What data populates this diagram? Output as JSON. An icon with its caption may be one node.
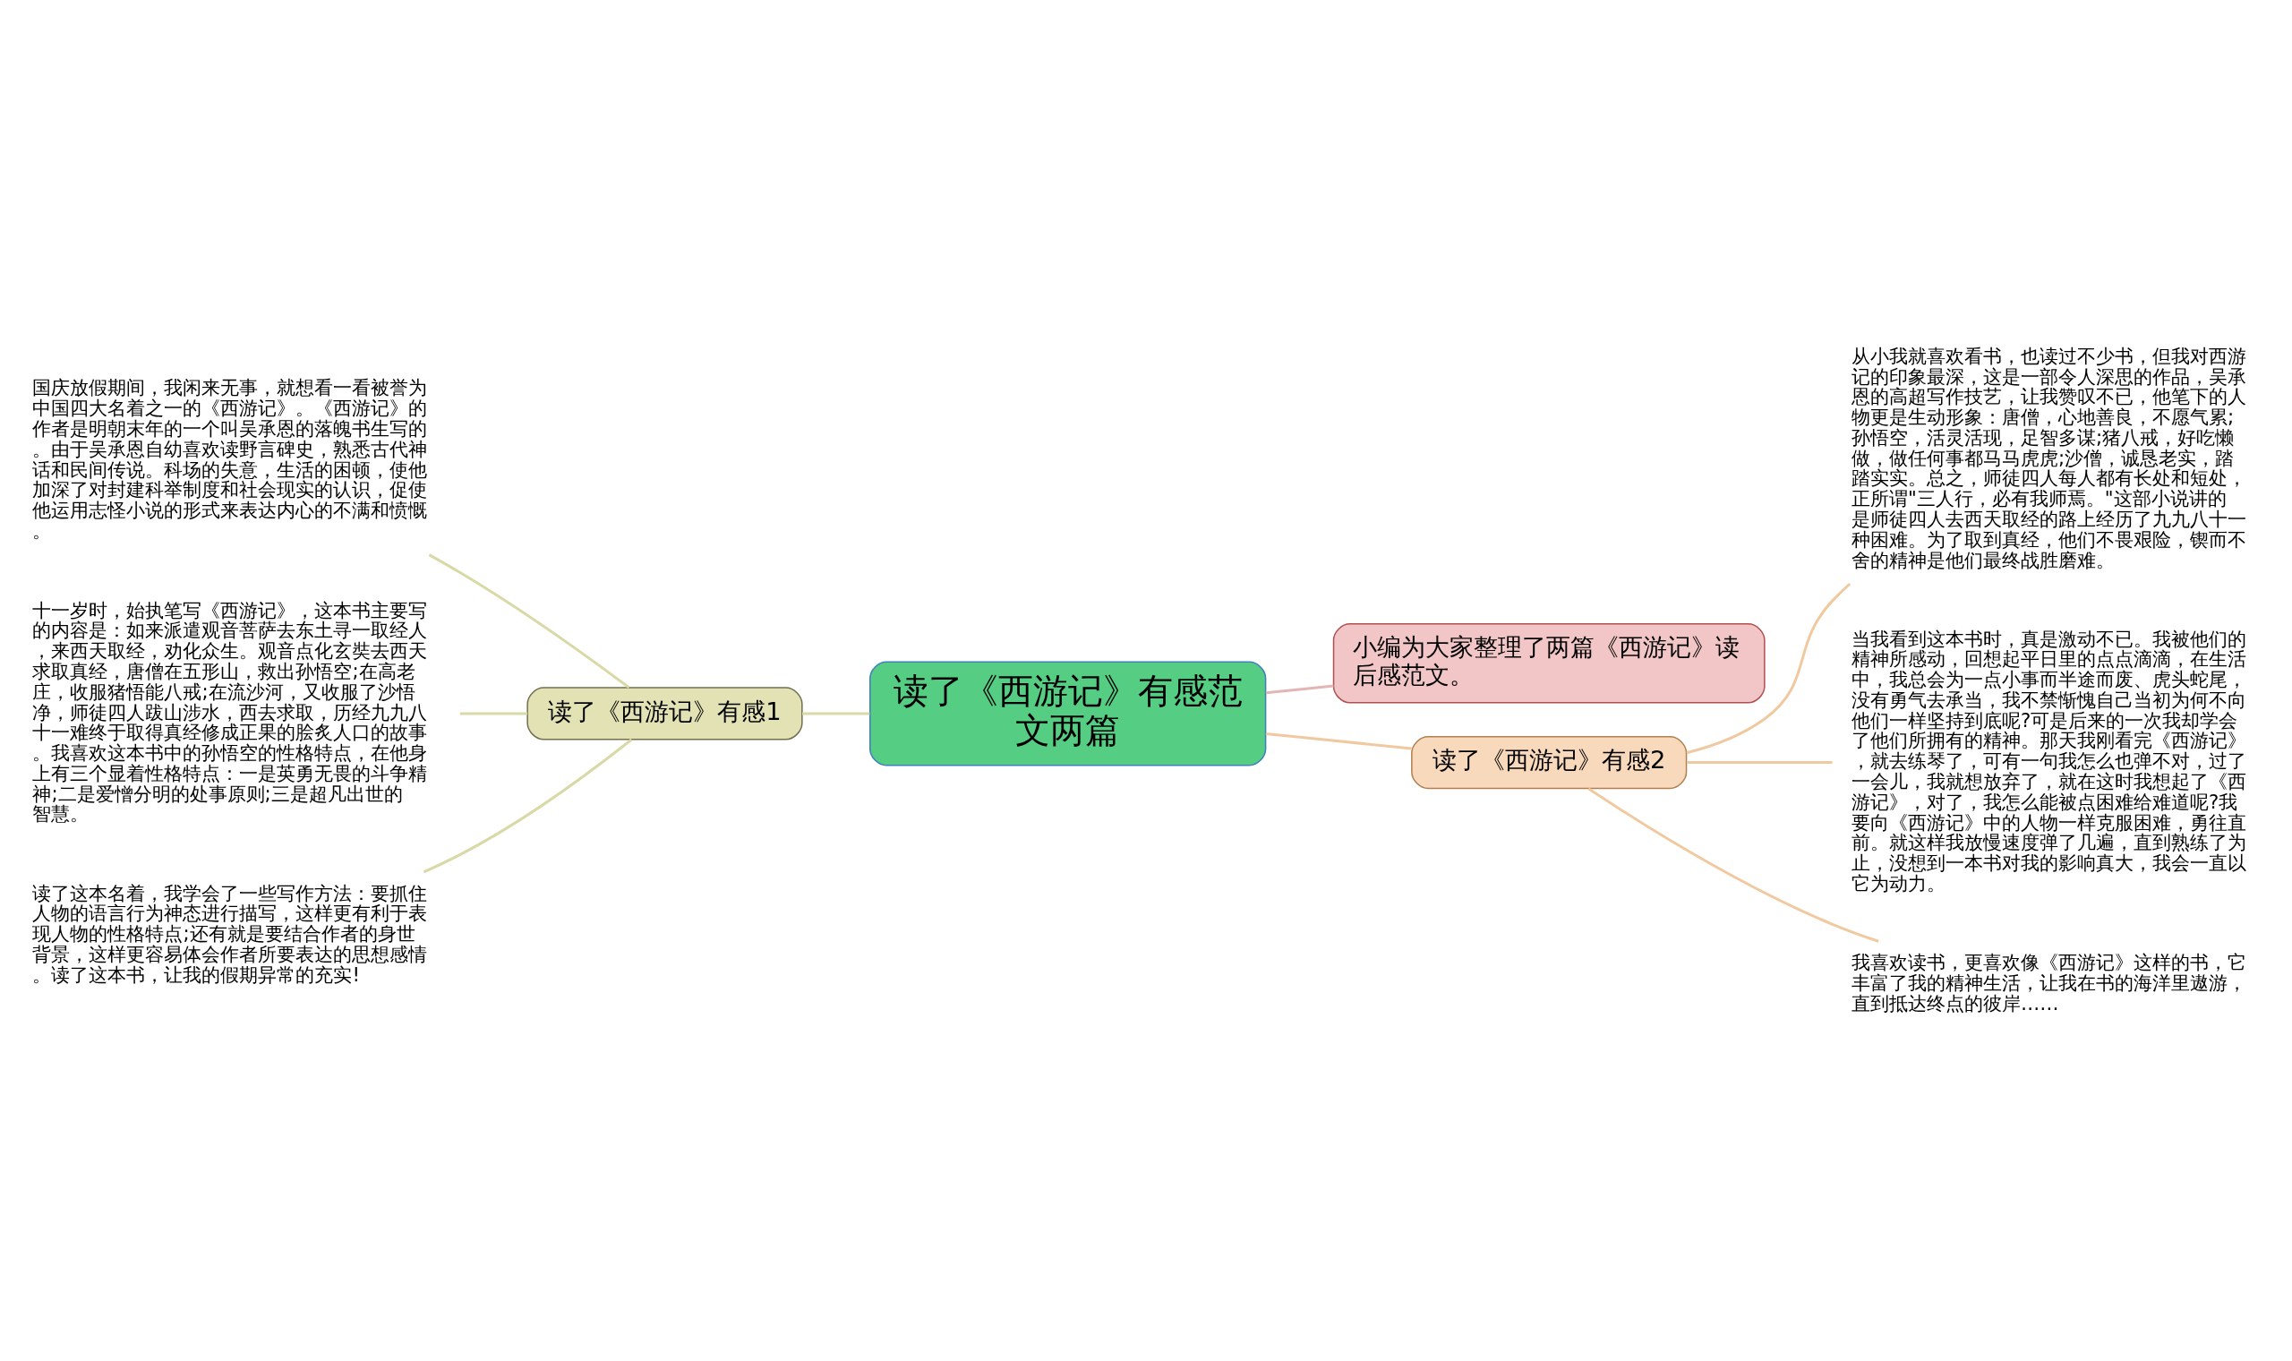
{
  "diagram": {
    "nodes": [
      {
        "text": [
          "读了《西游记》有感范文两篇"
        ]
      },
      {
        "text": [
          "读了《西游记》有感1"
        ]
      },
      {
        "text": [
          "国庆放假期间，我闲来无事，就想看一看被誉为中国四大名着之一的《西游记》。《西游记》的作者是明朝末年的一个叫吴承恩的落魄书生写的。由于吴承恩自幼喜欢读野言碑史，熟悉古代神话和民间传说。科场的失意，生活的困顿，使他加深了对封建科举制度和社会现实的认识，促使他运用志怪小说的形式来表达内心的不满和愤慨。"
        ]
      },
      {
        "text": [
          "十一岁时，始执笔写《西游记》，这本书主要写的内容是：如来派遣观音菩萨去东土寻一取经人，来西天取经，劝化众生。观音点化玄奘去西天求取真经，唐僧在五形山，救出孙悟空;在高老庄，收服猪悟能八戒;在流沙河，又收服了沙悟净，师徒四人跋山涉水，西去求取，历经九九八十一难终于取得真经修成正果的脍炙人口的故事。我喜欢这本书中的孙悟空的性格特点，在他身上有三个显着性格特点：一是英勇无畏的斗争精神;二是爱憎分明的处事原则;三是超凡出世的智慧。"
        ]
      },
      {
        "text": [
          "读了这本名着，我学会了一些写作方法：要抓住人物的语言行为神态进行描写，这样更有利于表现人物的性格特点;还有就是要结合作者的身世背景，这样更容易体会作者所要表达的思想感情。读了这本书，让我的假期异常的充实!"
        ]
      },
      {
        "text": [
          "小编为大家整理了两篇《西游记》读后感范文。"
        ]
      },
      {
        "text": [
          "读了《西游记》有感2"
        ]
      },
      {
        "text": [
          "从小我就喜欢看书，也读过不少书，但我对西游记的印象最深，这是一部令人深思的作品，吴承恩的高超写作技艺，让我赞叹不已，他笔下的人物更是生动形象：唐僧，心地善良，不愿气累;孙悟空，活灵活现，足智多谋;猪八戒，好吃懒做，做任何事都马马虎虎;沙僧，诚恳老实，踏踏实实。总之，师徒四人每人都有长处和短处，正所谓\"三人行，必有我师焉。\"这部小说讲的是师徒四人去西天取经的路上经历了九九八十一种困难。为了取到真经，他们不畏艰险，锲而不舍的精神是他们最终战胜磨难。"
        ]
      },
      {
        "text": [
          "当我看到这本书时，真是激动不已。我被他们的精神所感动，回想起平日里的点点滴滴，在生活中，我总会为一点小事而半途而废、虎头蛇尾，没有勇气去承当，我不禁惭愧自己当初为何不向他们一样坚持到底呢?可是后来的一次我却学会了他们所拥有的精神。那天我刚看完《西游记》，就去练琴了，可有一句我怎么也弹不对，过了一会儿，我就想放弃了，就在这时我想起了《西游记》，对了，我怎么能被点困难给难道呢?我要向《西游记》中的人物一样克服困难，勇往直前。就这样我放慢速度弹了几遍，直到熟练了为止，没想到一本书对我的影响真大，我会一直以它为动力。"
        ]
      },
      {
        "text": [
          "我喜欢读书，更喜欢像《西游记》这样的书，它丰富了我的精神生活，让我在书的海洋里遨游，直到抵达终点的彼岸……"
        ]
      }
    ],
    "edges": [
      {
        "from": 0,
        "to": 1,
        "arrow": "none",
        "color": "#d8d9a6"
      },
      {
        "from": 1,
        "to": 2,
        "arrow": "none",
        "color": "#d8d9a6"
      },
      {
        "from": 1,
        "to": 3,
        "arrow": "none",
        "color": "#d8d9a6"
      },
      {
        "from": 1,
        "to": 4,
        "arrow": "none",
        "color": "#d8d9a6"
      },
      {
        "from": 0,
        "to": 5,
        "arrow": "none",
        "color": "#e3b5b5"
      },
      {
        "from": 0,
        "to": 6,
        "arrow": "none"
      },
      {
        "from": 6,
        "to": 7,
        "arrow": "none"
      },
      {
        "from": 6,
        "to": 8,
        "arrow": "none"
      },
      {
        "from": 6,
        "to": 9,
        "arrow": "none"
      }
    ]
  }
}
